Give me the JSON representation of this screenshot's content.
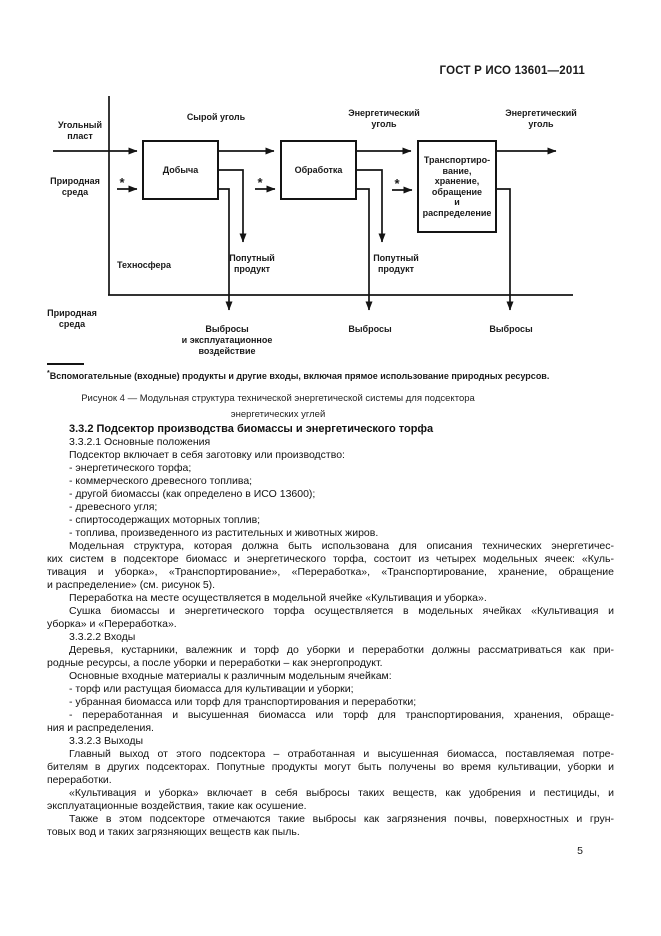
{
  "doc": {
    "header": "ГОСТ Р ИСО 13601—2011",
    "page_number": "5"
  },
  "figure": {
    "boxes": {
      "mining": "Добыча",
      "processing": "Обработка",
      "transport": "Транспортиро-\nвание,\nхранение,\nобращение\nи распределение"
    },
    "labels": {
      "coal_seam": "Угольный\nпласт",
      "natural_env_top": "Природная\nсреда",
      "natural_env_bottom": "Природная\nсреда",
      "technosphere": "Техносфера",
      "raw_coal": "Сырой уголь",
      "energy_coal_mid": "Энергетический\nуголь",
      "energy_coal_out": "Энергетический\nуголь",
      "byproduct_1": "Попутный\nпродукт",
      "byproduct_2": "Попутный\nпродукт",
      "emissions_1": "Выбросы\nи эксплуатационное\nвоздействие",
      "emissions_2": "Выбросы",
      "emissions_3": "Выбросы",
      "aux_input_marker": "*"
    },
    "footnote_marker": "*",
    "footnote": "Вспомогательные (входные) продукты и другие входы, включая прямое использование природных ресурсов.",
    "caption_line1": "Рисунок 4 — Модульная структура технической энергетической системы для подсектора",
    "caption_line2": "энергетических углей",
    "line_color": "#141414"
  },
  "body": {
    "lines": [
      {
        "t": "3.3.2  Подсектор производства биомассы и энергетического торфа",
        "h": 1,
        "i": 1
      },
      {
        "t": "3.3.2.1  Основные положения",
        "i": 1
      },
      {
        "t": "Подсектор включает в себя заготовку или производство:",
        "i": 1
      },
      {
        "t": "- энергетического торфа;",
        "i": 1
      },
      {
        "t": "- коммерческого древесного топлива;",
        "i": 1
      },
      {
        "t": "- другой биомассы (как определено в ИСО 13600);",
        "i": 1
      },
      {
        "t": "- древесного угля;",
        "i": 1
      },
      {
        "t": "- спиртосодержащих моторных топлив;",
        "i": 1
      },
      {
        "t": "- топлива, произведенного из растительных и животных жиров.",
        "i": 1
      },
      {
        "t": "Модельная структура, которая должна быть использована для описания технических энергетичес-",
        "i": 1,
        "j": 1
      },
      {
        "t": "ких систем в подсекторе биомасс и энергетического торфа, состоит из четырех модельных ячеек: «Куль-",
        "j": 1
      },
      {
        "t": "тивация и уборка», «Транспортирование», «Переработка», «Транспортирование, хранение, обращение",
        "j": 1
      },
      {
        "t": "и распределение» (см. рисунок 5)."
      },
      {
        "t": "Переработка на месте осуществляется в модельной ячейке «Культивация и уборка».",
        "i": 1
      },
      {
        "t": "Сушка биомассы и энергетического торфа осуществляется в модельных ячейках «Культивация и",
        "i": 1,
        "j": 1
      },
      {
        "t": "уборка» и «Переработка»."
      },
      {
        "t": "3.3.2.2  Входы",
        "i": 1
      },
      {
        "t": "Деревья, кустарники, валежник и торф до уборки и переработки должны рассматриваться как при-",
        "i": 1,
        "j": 1
      },
      {
        "t": "родные ресурсы, а после уборки и переработки – как энергопродукт."
      },
      {
        "t": "Основные входные материалы к различным модельным ячейкам:",
        "i": 1
      },
      {
        "t": "- торф или растущая биомасса для культивации и уборки;",
        "i": 1
      },
      {
        "t": "- убранная биомасса или торф для транспортирования и переработки;",
        "i": 1
      },
      {
        "t": "- переработанная и высушенная биомасса или торф для транспортирования, хранения, обраще-",
        "i": 1,
        "j": 1
      },
      {
        "t": "ния и распределения."
      },
      {
        "t": "3.3.2.3  Выходы",
        "i": 1
      },
      {
        "t": "Главный выход от этого подсектора – отработанная и высушенная биомасса, поставляемая потре-",
        "i": 1,
        "j": 1
      },
      {
        "t": "бителям в других подсекторах. Попутные продукты могут быть получены во время культивации, уборки и",
        "j": 1
      },
      {
        "t": "переработки."
      },
      {
        "t": "«Культивация и уборка» включает в себя выбросы таких веществ, как удобрения и пестициды, и",
        "i": 1,
        "j": 1
      },
      {
        "t": "эксплуатационные воздействия, такие как осушение."
      },
      {
        "t": "Также в этом подсекторе отмечаются такие выбросы как загрязнения почвы, поверхностных и грун-",
        "i": 1,
        "j": 1
      },
      {
        "t": "товых вод и таких загрязняющих веществ как пыль."
      }
    ]
  }
}
